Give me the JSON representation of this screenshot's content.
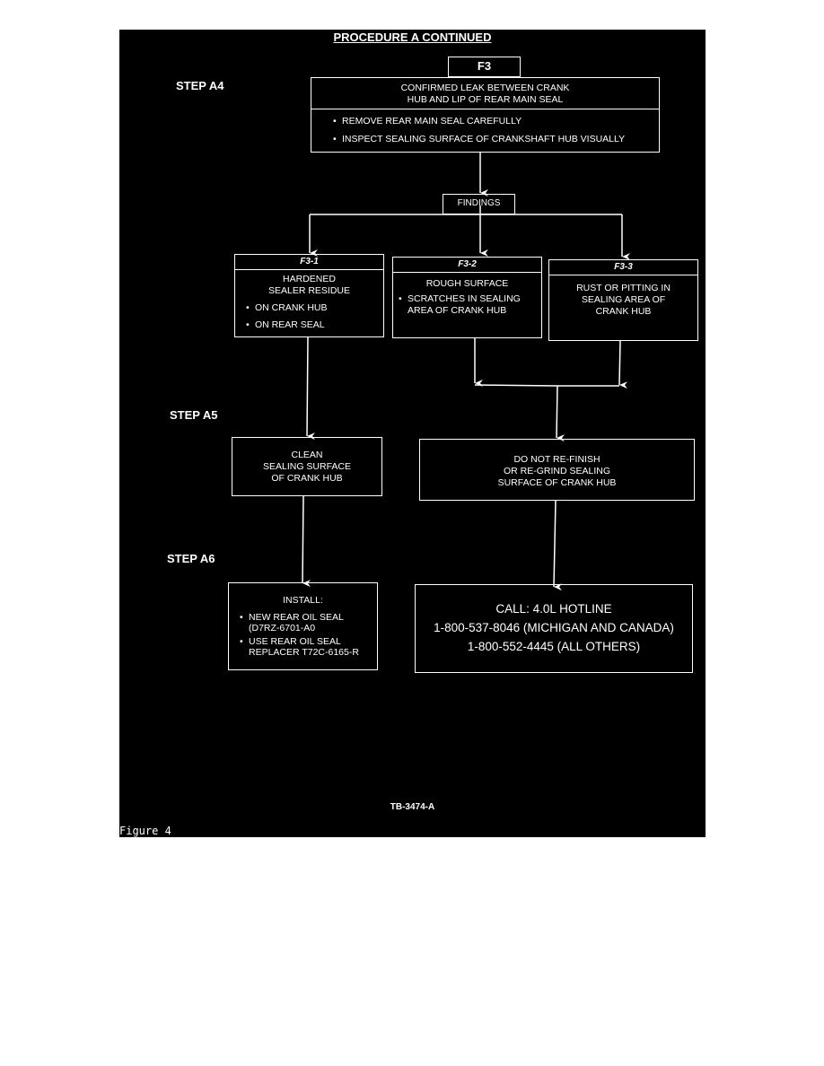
{
  "title": "PROCEDURE A CONTINUED",
  "steps": {
    "a4": "STEP A4",
    "a5": "STEP A5",
    "a6": "STEP A6"
  },
  "f3": {
    "label": "F3"
  },
  "a4_box": {
    "heading": [
      "CONFIRMED LEAK BETWEEN CRANK",
      "HUB AND LIP OF REAR MAIN SEAL"
    ],
    "bullets": [
      "REMOVE REAR MAIN SEAL CAREFULLY",
      "INSPECT SEALING SURFACE OF CRANKSHAFT HUB VISUALLY"
    ]
  },
  "findings": {
    "label": "FINDINGS"
  },
  "f3_1": {
    "header": "F3-1",
    "lines": [
      "HARDENED",
      "SEALER RESIDUE"
    ],
    "bullets": [
      "ON CRANK HUB",
      "ON REAR SEAL"
    ]
  },
  "f3_2": {
    "header": "F3-2",
    "lines": [
      "ROUGH SURFACE"
    ],
    "bullets": [
      "SCRATCHES IN SEALING AREA OF CRANK HUB"
    ]
  },
  "f3_3": {
    "header": "F3-3",
    "lines": [
      "RUST OR PITTING IN",
      "SEALING AREA OF",
      "CRANK HUB"
    ]
  },
  "a5_left": {
    "lines": [
      "CLEAN",
      "SEALING SURFACE",
      "OF CRANK HUB"
    ]
  },
  "a5_right": {
    "lines": [
      "DO NOT RE-FINISH",
      "OR RE-GRIND SEALING",
      "SURFACE OF CRANK HUB"
    ]
  },
  "a6_left": {
    "heading": "INSTALL:",
    "bullets": [
      {
        "line1": "NEW REAR OIL SEAL",
        "line2": "(D7RZ-6701-A0"
      },
      {
        "line1": "USE REAR OIL SEAL",
        "line2": "REPLACER  T72C-6165-R"
      }
    ]
  },
  "a6_right": {
    "lines": [
      "CALL: 4.0L HOTLINE",
      "1-800-537-8046 (MICHIGAN AND CANADA)",
      "1-800-552-4445 (ALL OTHERS)"
    ]
  },
  "doc_id": "TB-3474-A",
  "caption": "Figure 4",
  "colors": {
    "background": "#000000",
    "foreground": "#ffffff",
    "page": "#ffffff"
  }
}
